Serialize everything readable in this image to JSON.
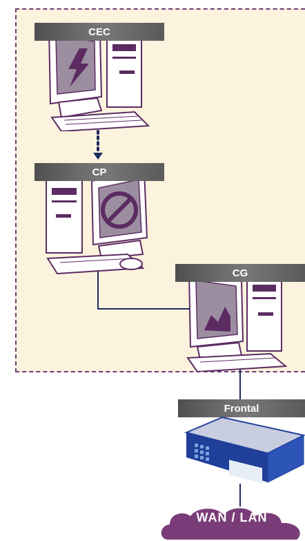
{
  "zone": {
    "color": "#6b3a72",
    "fill": "#fcf3de"
  },
  "nodes": {
    "cec": {
      "label": "CEC",
      "screen_icon": "lightning-icon"
    },
    "cp": {
      "label": "CP",
      "screen_icon": "no-entry-icon"
    },
    "cg": {
      "label": "CG",
      "screen_icon": "chart-icon"
    },
    "frontal": {
      "label": "Frontal"
    }
  },
  "network": {
    "label": "WAN / LAN",
    "color": "#7a3c78"
  },
  "colors": {
    "line": "#1c2a5c",
    "outline": "#5b2b62",
    "device_blue": "#1f3f9a"
  }
}
